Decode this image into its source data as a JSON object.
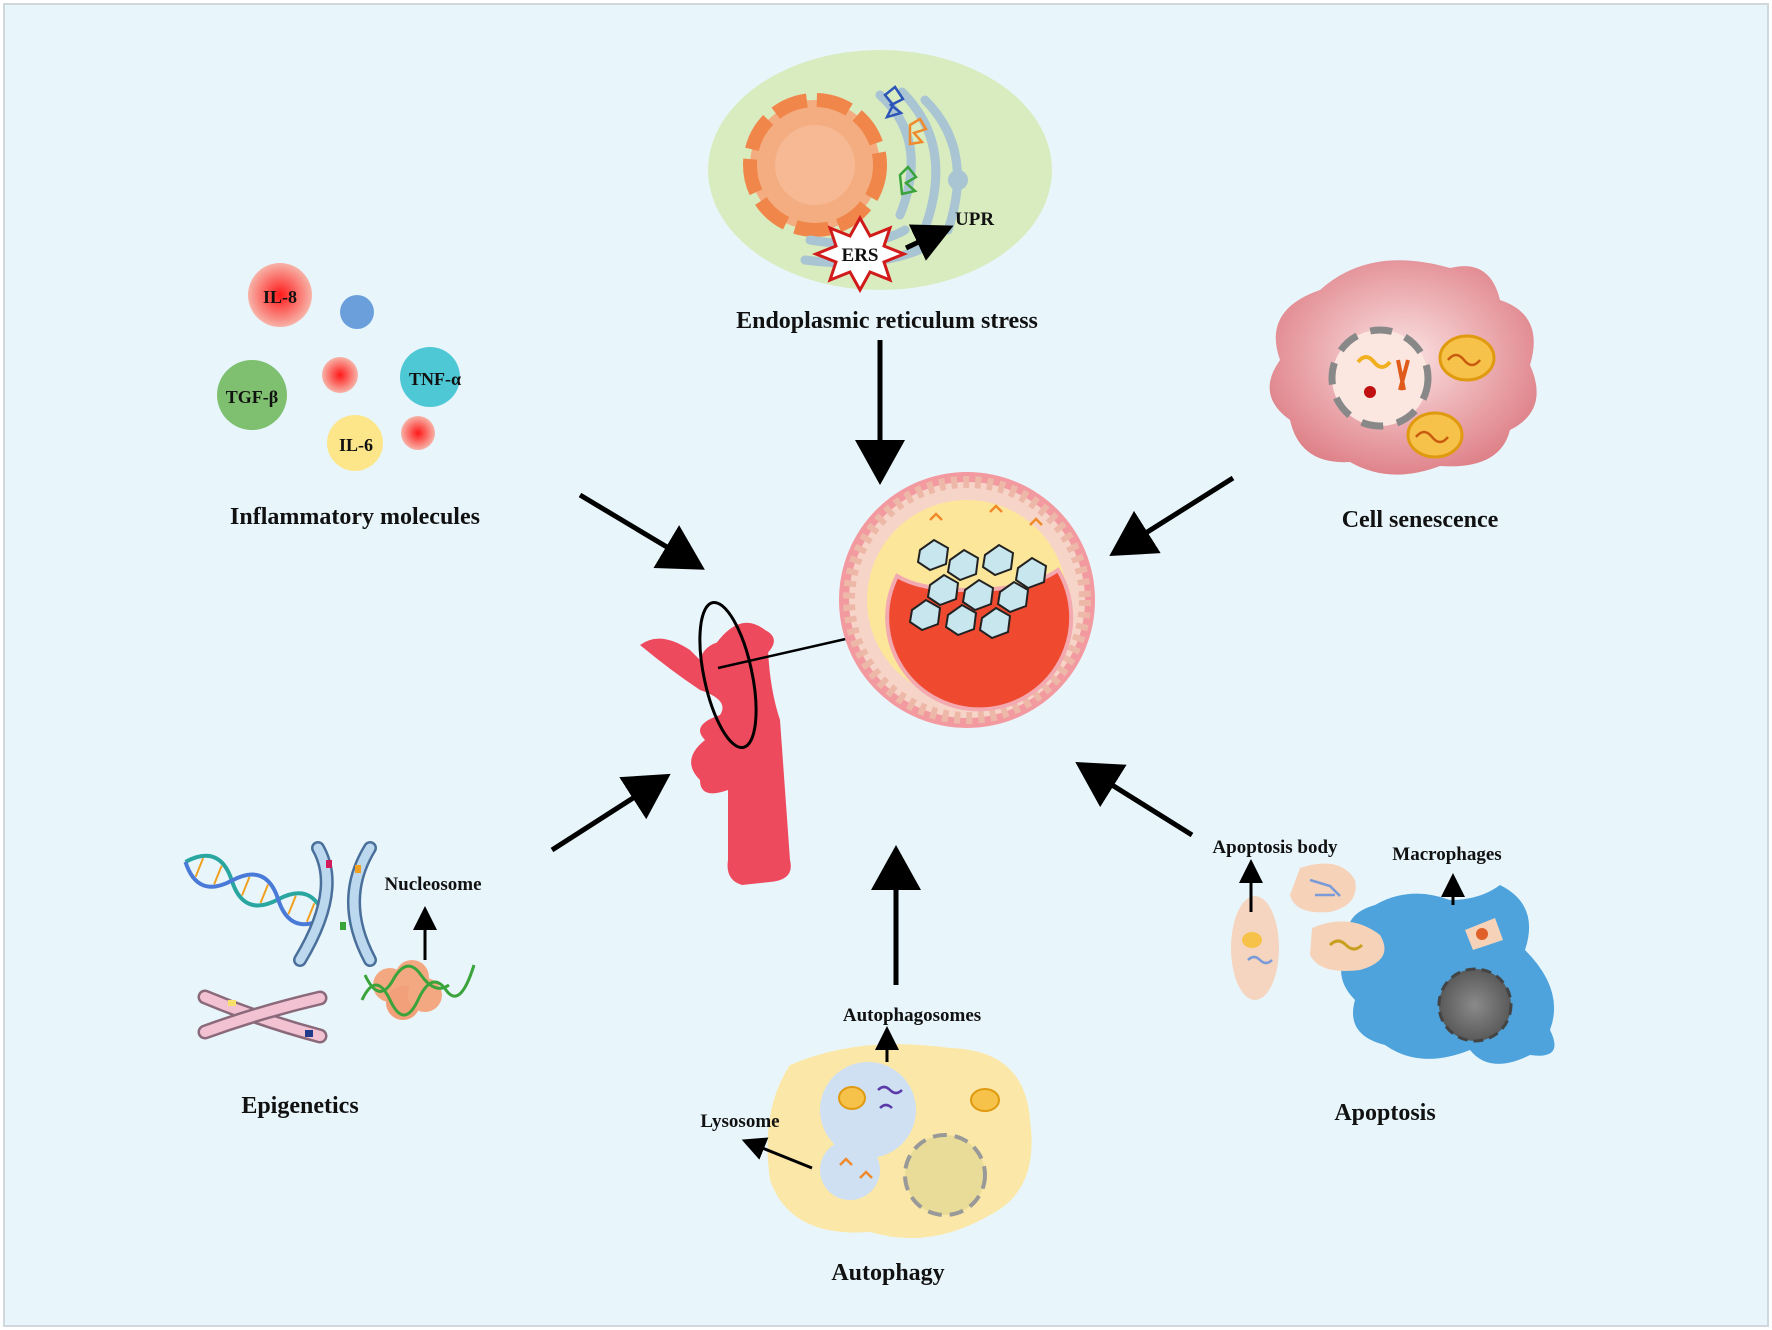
{
  "modules": {
    "ers": {
      "title": "Endoplasmic reticulum stress",
      "ers": "ERS",
      "upr": "UPR"
    },
    "inflammation": {
      "title": "Inflammatory molecules",
      "il8": "IL-8",
      "tgfb": "TGF-β",
      "tnfa": "TNF-α",
      "il6": "IL-6"
    },
    "senescence": {
      "title": "Cell senescence"
    },
    "epigenetics": {
      "title": "Epigenetics",
      "nucleosome": "Nucleosome"
    },
    "autophagy": {
      "title": "Autophagy",
      "autophagosomes": "Autophagosomes",
      "lysosome": "Lysosome"
    },
    "apoptosis": {
      "title": "Apoptosis",
      "apoptosis_body": "Apoptosis body",
      "macrophages": "Macrophages"
    }
  },
  "colors": {
    "background": "#e8f6fc",
    "aorta": "#ee4a5e",
    "vessel_wall": "#f29aa0",
    "plaque_lipid": "#fbe69a",
    "lumen": "#ef4a30",
    "calcification": "#c8e6ee",
    "ers_oval": "#d9ecc0",
    "senescent_cell": "#e2828a",
    "autophagy_cell": "#fbe8a8",
    "macrophage": "#4ea3dc"
  }
}
